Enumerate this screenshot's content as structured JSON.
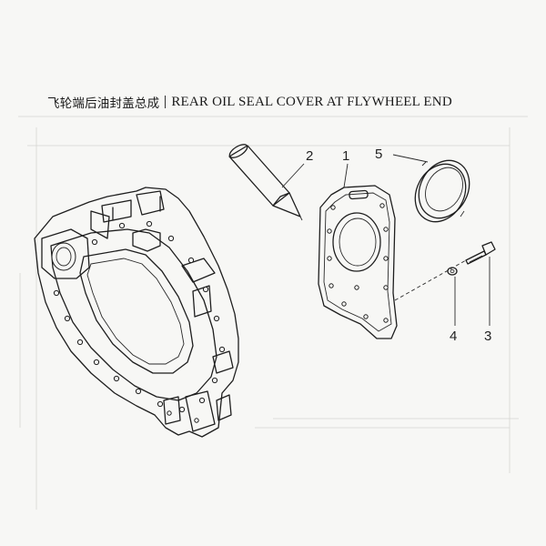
{
  "title": {
    "chinese": "飞轮端后油封盖总成",
    "english": "REAR OIL SEAL COVER AT FLYWHEEL END"
  },
  "callouts": [
    {
      "number": "1"
    },
    {
      "number": "2"
    },
    {
      "number": "3"
    },
    {
      "number": "4"
    },
    {
      "number": "5"
    }
  ]
}
